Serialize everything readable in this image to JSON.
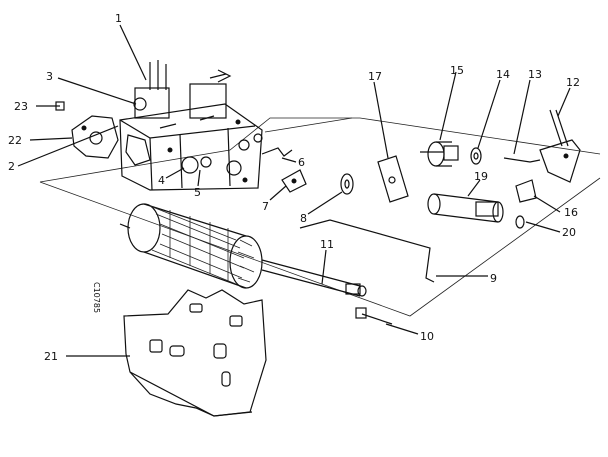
{
  "diagram": {
    "side_code": "C10785",
    "callouts": [
      "1",
      "2",
      "3",
      "4",
      "5",
      "6",
      "7",
      "8",
      "9",
      "10",
      "11",
      "12",
      "13",
      "14",
      "15",
      "16",
      "17",
      "19",
      "20",
      "21",
      "22",
      "23"
    ]
  }
}
